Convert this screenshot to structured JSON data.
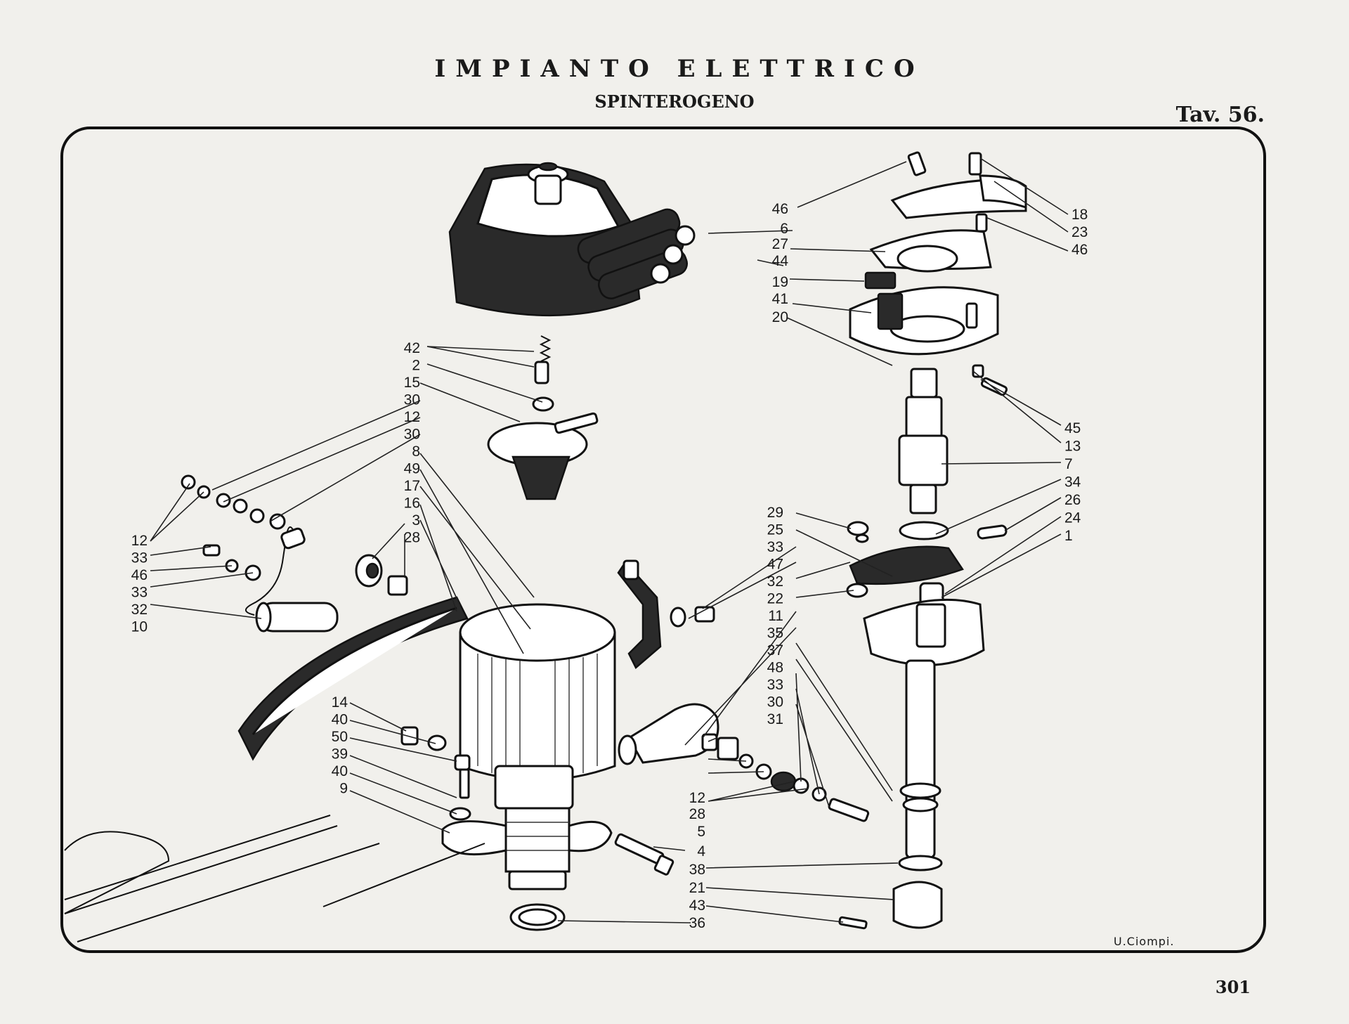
{
  "header": {
    "title": "IMPIANTO ELETTRICO",
    "subtitle": "SPINTEROGENO",
    "plate": "Tav. 56."
  },
  "footer": {
    "page_number": "301",
    "signature": "U.Ciompi."
  },
  "callouts": {
    "top_left_column": [
      "42",
      "2",
      "15",
      "30",
      "12",
      "30",
      "8",
      "49",
      "17",
      "16",
      "3",
      "28"
    ],
    "far_left_column": [
      "12",
      "33",
      "46",
      "33",
      "32",
      "10"
    ],
    "bottom_left_column": [
      "14",
      "40",
      "50",
      "39",
      "40",
      "9"
    ],
    "bottom_center_column": [
      "12",
      "28",
      "5",
      "4",
      "38",
      "21",
      "43",
      "36"
    ],
    "center_column": [
      "46",
      "6",
      "27",
      "44",
      "19",
      "41",
      "20"
    ],
    "middle_column": [
      "29",
      "25",
      "33",
      "47",
      "32",
      "22",
      "11",
      "35",
      "37",
      "48",
      "33",
      "30",
      "31"
    ],
    "right_upper_column": [
      "18",
      "23",
      "46"
    ],
    "right_column": [
      "45",
      "13",
      "7",
      "34",
      "26",
      "24",
      "1"
    ]
  }
}
